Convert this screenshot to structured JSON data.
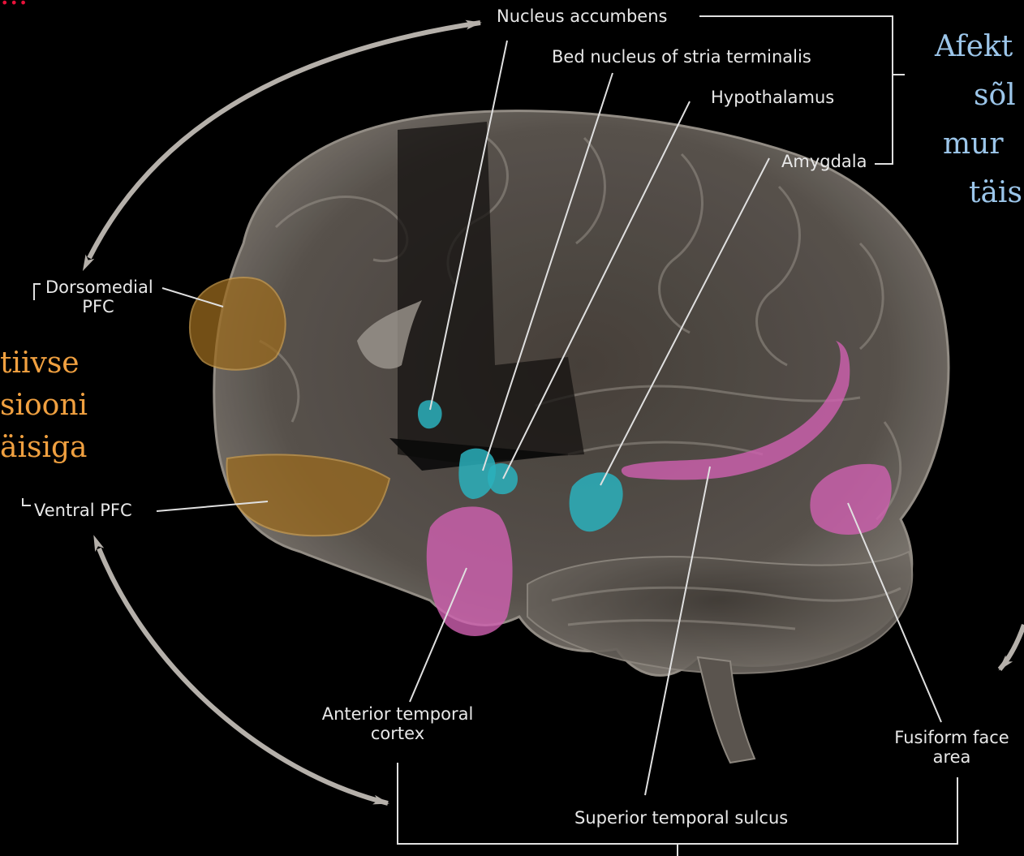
{
  "colors": {
    "background": "#000000",
    "label_text": "#e8e8e8",
    "left_caption": "#f0a040",
    "right_caption": "#9cc6ea",
    "corner_text": "#e8123a",
    "region_teal": "#2ab0bc",
    "region_pink": "#d060b0",
    "region_ochre": "#9a6a1e"
  },
  "corner_text": "...",
  "labels": {
    "nucleus_accumbens": "Nucleus accumbens",
    "bed_nucleus": "Bed nucleus of stria terminalis",
    "hypothalamus": "Hypothalamus",
    "amygdala": "Amygdala",
    "dorsomedial_pfc_line1": "Dorsomedial",
    "dorsomedial_pfc_line2": "PFC",
    "ventral_pfc": "Ventral PFC",
    "anterior_temporal_line1": "Anterior temporal",
    "anterior_temporal_line2": "cortex",
    "fusiform_line1": "Fusiform face",
    "fusiform_line2": "area",
    "superior_temporal_sulcus": "Superior temporal sulcus"
  },
  "left_caption": {
    "line1": "tiivse",
    "line2": "siooni",
    "line3": "äisiga"
  },
  "right_caption": {
    "line1": "Afekt",
    "line2": "sõl",
    "line3": "mur",
    "line4": "täis"
  },
  "icons": [
    "brain-illustration",
    "double-headed-arrow",
    "bracket"
  ]
}
